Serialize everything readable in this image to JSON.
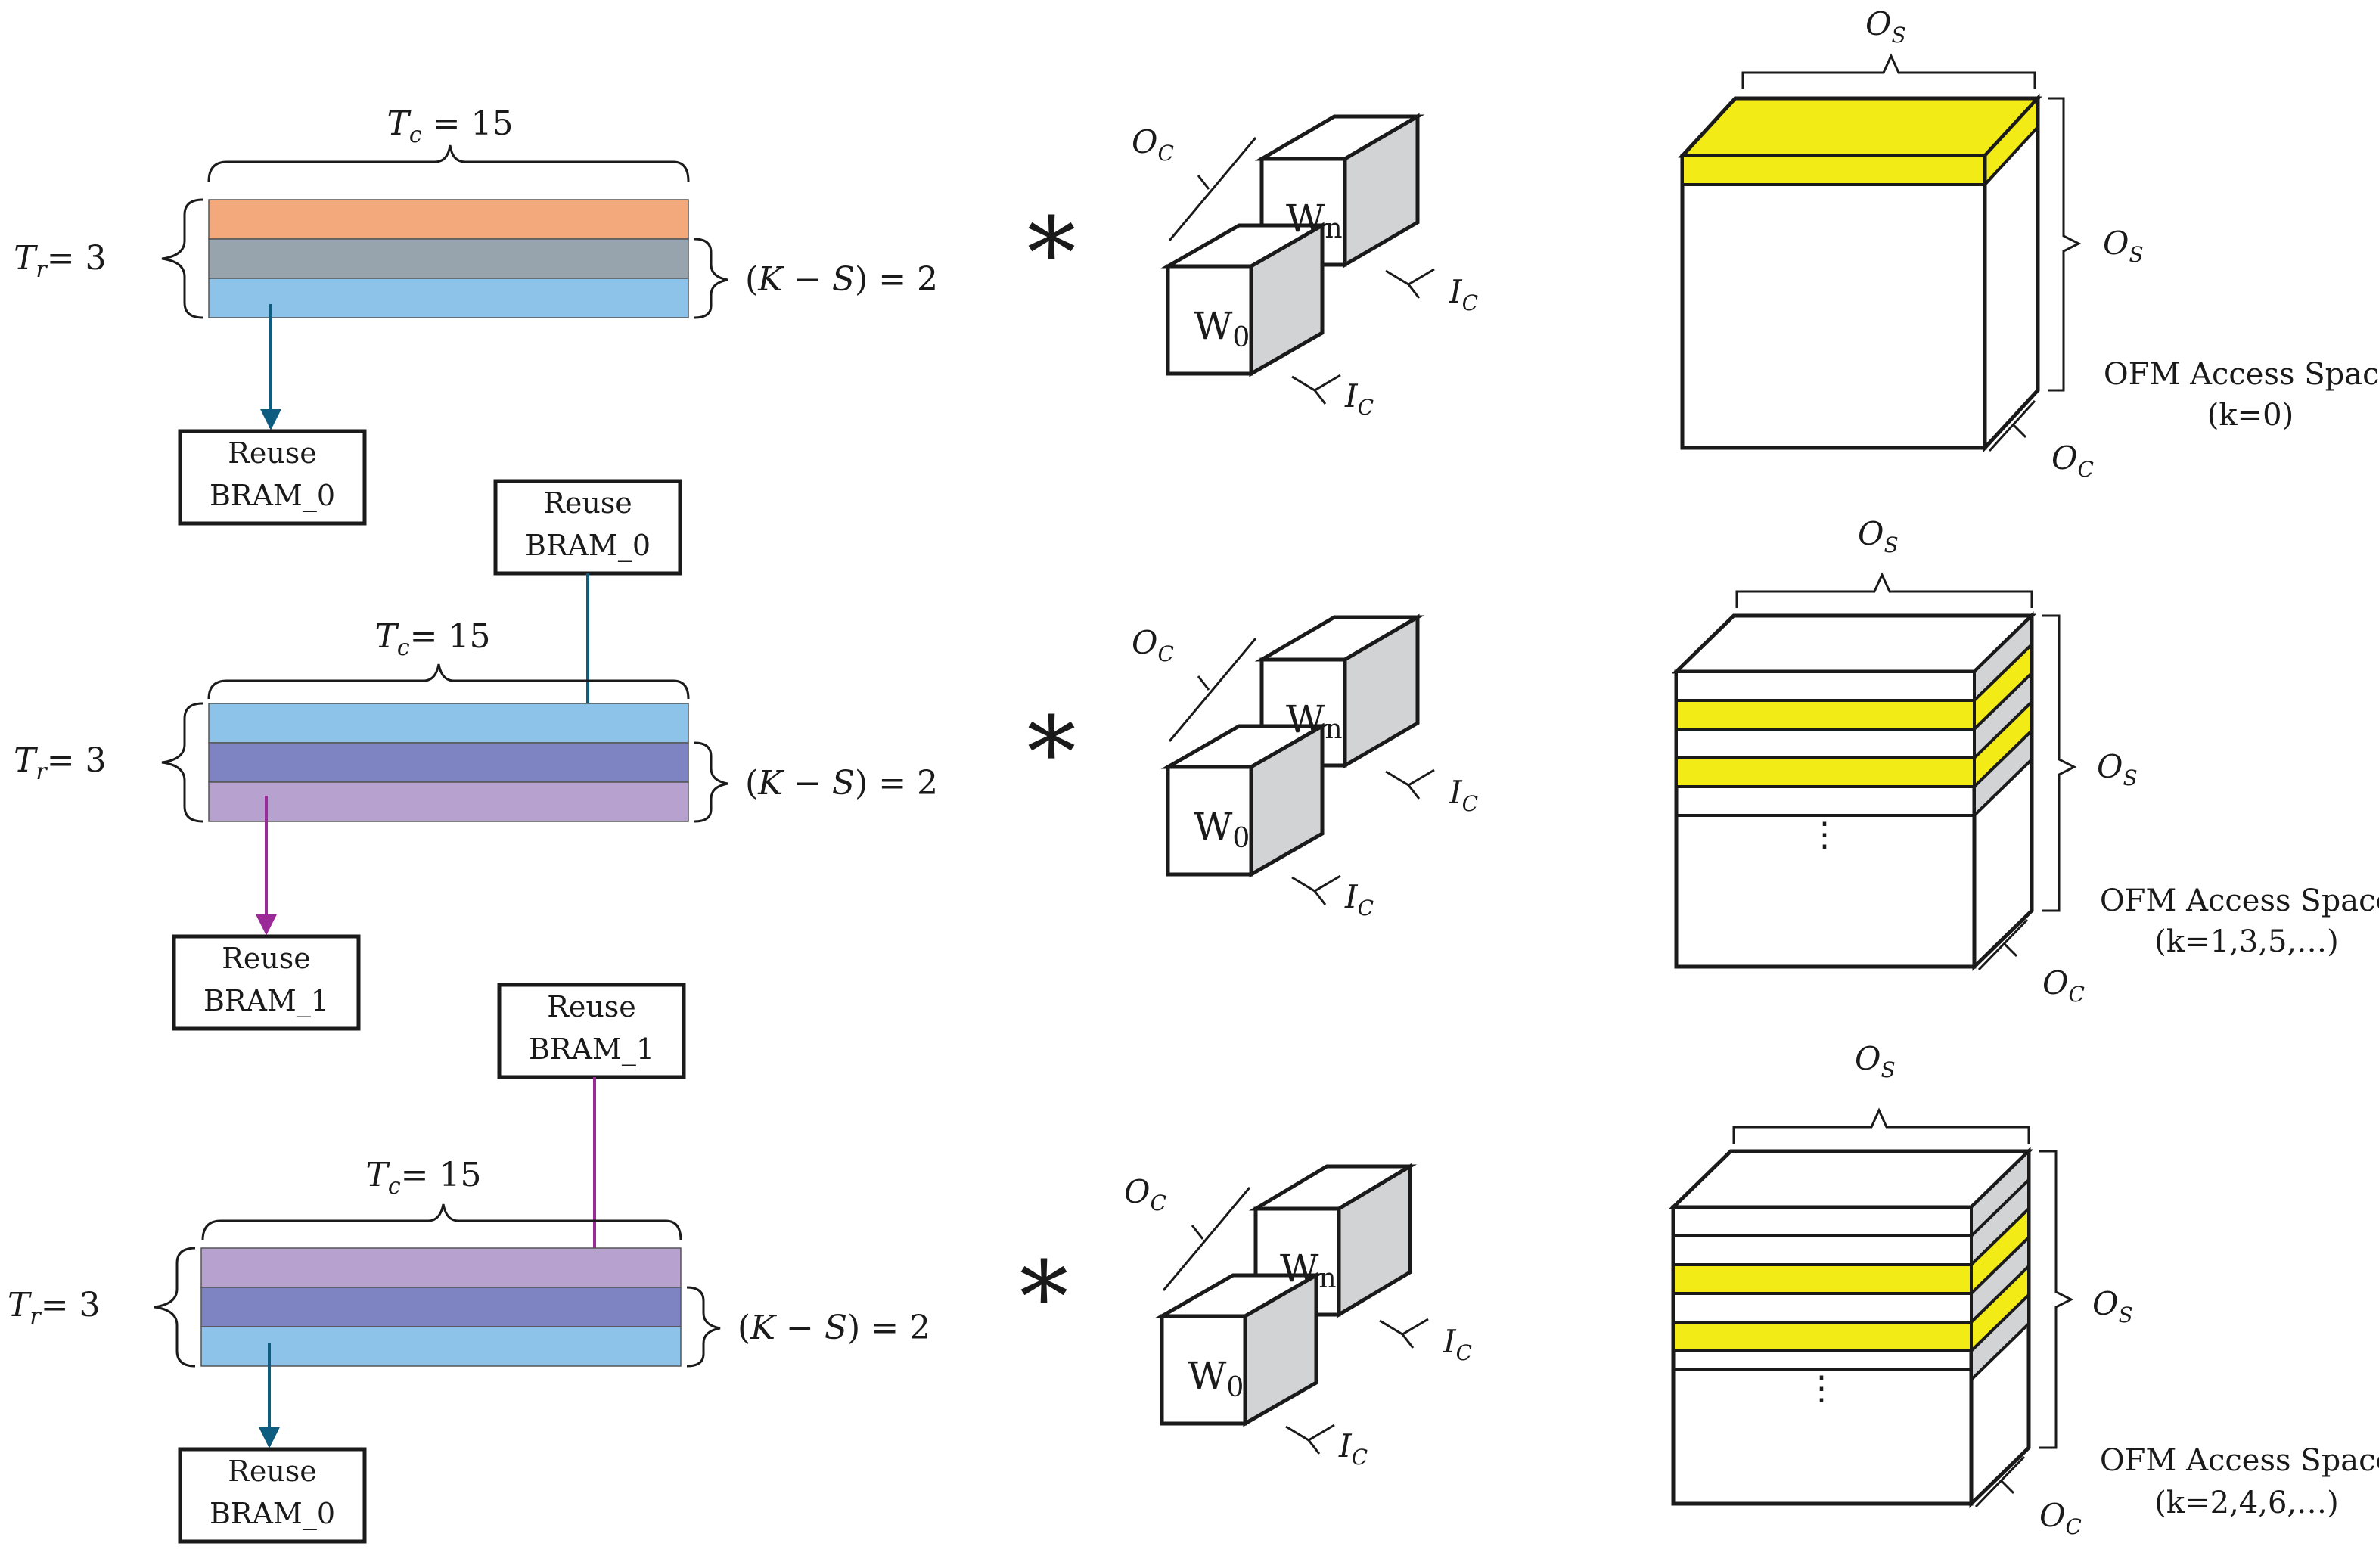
{
  "colors": {
    "orange": "#F4A97C",
    "gray": "#98A4AD",
    "light_blue": "#8DC3E8",
    "purple": "#7E83C2",
    "lavender": "#B7A1CF",
    "yellow": "#F3EB16",
    "cube_side": "#D2D3D5",
    "arrow_blue": "#0E5C80",
    "arrow_purple": "#9A2A97",
    "ink": "#1A1A1A"
  },
  "rows": [
    {
      "tc_label": "T_c = 15",
      "tr_label": "T_r = 3",
      "ks_label": "(K − S) = 2",
      "strips": [
        "orange",
        "gray",
        "light_blue"
      ],
      "box_bottom": {
        "line1": "Reuse",
        "line2": "BRAM_0",
        "arrow_color": "arrow_blue"
      },
      "box_top": null,
      "operator": "*",
      "weights": {
        "front": "W_0",
        "back": "W_n",
        "oc": "O_C",
        "ic_front": "I_C",
        "ic_back": "I_C"
      },
      "ofm": {
        "os_top": "O_S",
        "os_side": "O_S",
        "oc": "O_C",
        "title": "OFM Access Space",
        "subtitle": "(k=0)"
      }
    },
    {
      "tc_label": "T_c = 15",
      "tr_label": "T_r = 3",
      "ks_label": "(K − S) = 2",
      "strips": [
        "light_blue",
        "purple",
        "lavender"
      ],
      "box_bottom": {
        "line1": "Reuse",
        "line2": "BRAM_1",
        "arrow_color": "arrow_purple"
      },
      "box_top": {
        "line1": "Reuse",
        "line2": "BRAM_0",
        "arrow_color": "arrow_blue"
      },
      "operator": "*",
      "weights": {
        "front": "W_0",
        "back": "W_n",
        "oc": "O_C",
        "ic_front": "I_C",
        "ic_back": "I_C"
      },
      "ofm": {
        "os_top": "O_S",
        "os_side": "O_S",
        "oc": "O_C",
        "title": "OFM Access Space",
        "subtitle": "(k=1,3,5,…)",
        "ellipsis": "⋮"
      }
    },
    {
      "tc_label": "T_c = 15",
      "tr_label": "T_r = 3",
      "ks_label": "(K − S) = 2",
      "strips": [
        "lavender",
        "purple",
        "light_blue"
      ],
      "box_bottom": {
        "line1": "Reuse",
        "line2": "BRAM_0",
        "arrow_color": "arrow_blue"
      },
      "box_top": {
        "line1": "Reuse",
        "line2": "BRAM_1",
        "arrow_color": "arrow_purple"
      },
      "operator": "*",
      "weights": {
        "front": "W_0",
        "back": "W_n",
        "oc": "O_C",
        "ic_front": "I_C",
        "ic_back": "I_C"
      },
      "ofm": {
        "os_top": "O_S",
        "os_side": "O_S",
        "oc": "O_C",
        "title": "OFM Access Space",
        "subtitle": "(k=2,4,6,…)",
        "ellipsis": "⋮"
      }
    }
  ]
}
